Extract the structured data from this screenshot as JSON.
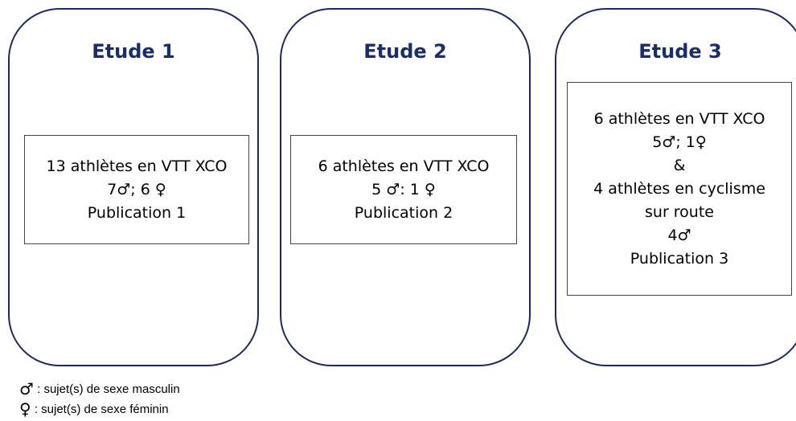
{
  "studies": [
    {
      "title": "Etude 1",
      "lines": [
        "13 athlètes en VTT XCO",
        "7♂; 6 ♀",
        "Publication 1"
      ]
    },
    {
      "title": "Etude 2",
      "lines": [
        "6 athlètes en VTT XCO",
        "5 ♂: 1 ♀",
        "Publication 2"
      ]
    },
    {
      "title": "Etude 3",
      "lines": [
        "6 athlètes en VTT XCO",
        "5♂; 1♀",
        "&",
        "4 athlètes en cyclisme",
        "sur route",
        "4♂",
        "Publication 3"
      ]
    }
  ],
  "legend": {
    "male_symbol": "♂",
    "male_text": ": sujet(s) de sexe masculin",
    "female_symbol": "♀",
    "female_text": ": sujet(s) de sexe féminin"
  }
}
